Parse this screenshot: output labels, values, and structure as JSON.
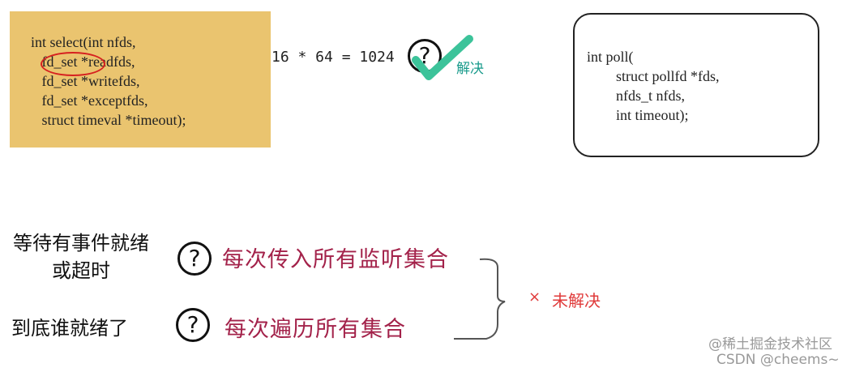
{
  "select_box": {
    "lines": [
      "int select(int nfds,",
      "   fd_set *readfds,",
      "   fd_set *writefds,",
      "   fd_set *exceptfds,",
      "   struct timeval *timeout);"
    ],
    "bg": "#eac46f"
  },
  "formula": "16 * 64 = 1024",
  "resolved_label": "解决",
  "poll_box": {
    "lines": [
      "int poll(",
      "        struct pollfd *fds,",
      "        nfds_t nfds,",
      "        int timeout);"
    ]
  },
  "problems": [
    {
      "left_line1": "等待有事件就绪",
      "left_line2": "或超时",
      "issue": "每次传入所有监听集合"
    },
    {
      "left_line1": "到底谁就绪了",
      "left_line2": "",
      "issue": "每次遍历所有集合"
    }
  ],
  "question_mark": "?",
  "unresolved": {
    "mark": "×",
    "label": "未解决",
    "color": "#e03a3a"
  },
  "watermarks": [
    "@稀土掘金技术社区",
    "CSDN @cheems~"
  ]
}
